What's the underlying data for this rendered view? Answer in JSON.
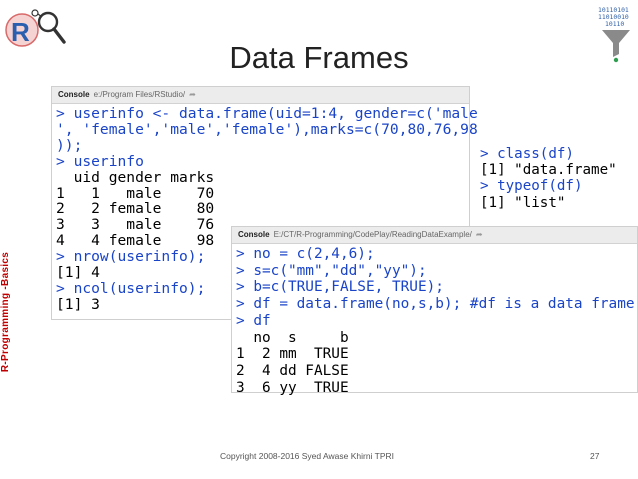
{
  "slide": {
    "title": "Data Frames",
    "side_label": "R-Programming -Basics",
    "logo_right_lines": [
      "10110101",
      "11010010",
      "10110"
    ],
    "footer": "Copyright 2008-2016 Syed Awase Khirni TPRI",
    "page_number": "27"
  },
  "console1": {
    "header_label": "Console",
    "header_path": "e:/Program Files/RStudio/",
    "lines": [
      {
        "kind": "in",
        "text": "> userinfo <- data.frame(uid=1:4, gender=c('male"
      },
      {
        "kind": "in",
        "text": "', 'female','male','female'),marks=c(70,80,76,98"
      },
      {
        "kind": "in",
        "text": "));"
      },
      {
        "kind": "in",
        "text": "> userinfo"
      },
      {
        "kind": "out",
        "text": "  uid gender marks"
      },
      {
        "kind": "out",
        "text": "1   1   male    70"
      },
      {
        "kind": "out",
        "text": "2   2 female    80"
      },
      {
        "kind": "out",
        "text": "3   3   male    76"
      },
      {
        "kind": "out",
        "text": "4   4 female    98"
      },
      {
        "kind": "in",
        "text": "> nrow(userinfo);"
      },
      {
        "kind": "out",
        "text": "[1] 4"
      },
      {
        "kind": "in",
        "text": "> ncol(userinfo);"
      },
      {
        "kind": "out",
        "text": "[1] 3"
      }
    ]
  },
  "class_box": {
    "lines": [
      {
        "kind": "in",
        "text": "> class(df)"
      },
      {
        "kind": "out",
        "text": "[1] \"data.frame\""
      },
      {
        "kind": "in",
        "text": "> typeof(df)"
      },
      {
        "kind": "out",
        "text": "[1] \"list\""
      }
    ]
  },
  "console2": {
    "header_label": "Console",
    "header_path": "E:/CT/R-Programming/CodePlay/ReadingDataExample/",
    "lines": [
      {
        "kind": "in",
        "text": "> no = c(2,4,6);"
      },
      {
        "kind": "in",
        "text": "> s=c(\"mm\",\"dd\",\"yy\");"
      },
      {
        "kind": "in",
        "text": "> b=c(TRUE,FALSE, TRUE);"
      },
      {
        "kind": "in",
        "text": "> df = data.frame(no,s,b); #df is a data frame"
      },
      {
        "kind": "in",
        "text": "> df"
      },
      {
        "kind": "out",
        "text": "  no  s     b"
      },
      {
        "kind": "out",
        "text": "1  2 mm  TRUE"
      },
      {
        "kind": "out",
        "text": "2  4 dd FALSE"
      },
      {
        "kind": "out",
        "text": "3  6 yy  TRUE"
      }
    ]
  }
}
